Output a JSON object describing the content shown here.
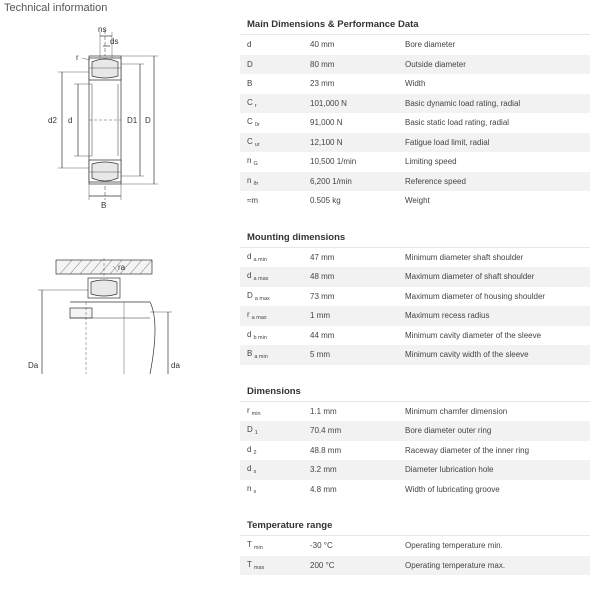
{
  "page_title": "Technical information",
  "drawing_labels": {
    "ns": "ns",
    "ds": "ds",
    "r": "r",
    "d2": "d2",
    "d": "d",
    "D1": "D1",
    "D": "D",
    "B": "B",
    "ra": "ra",
    "Da": "Da",
    "da": "da"
  },
  "sections": [
    {
      "title": "Main Dimensions & Performance Data",
      "rows": [
        {
          "sym": "d",
          "sub": "",
          "val": "40  mm",
          "desc": "Bore diameter"
        },
        {
          "sym": "D",
          "sub": "",
          "val": "80  mm",
          "desc": "Outside diameter"
        },
        {
          "sym": "B",
          "sub": "",
          "val": "23  mm",
          "desc": "Width"
        },
        {
          "sym": "C",
          "sub": "r",
          "val": "101,000  N",
          "desc": "Basic dynamic load rating, radial"
        },
        {
          "sym": "C",
          "sub": "0r",
          "val": "91,000  N",
          "desc": "Basic static load rating, radial"
        },
        {
          "sym": "C",
          "sub": "ur",
          "val": "12,100  N",
          "desc": "Fatigue load limit, radial"
        },
        {
          "sym": "n",
          "sub": "G",
          "val": "10,500  1/min",
          "desc": "Limiting speed"
        },
        {
          "sym": "n",
          "sub": "ϑr",
          "val": "6,200  1/min",
          "desc": "Reference speed"
        },
        {
          "sym": "≈m",
          "sub": "",
          "val": "0.505  kg",
          "desc": "Weight"
        }
      ]
    },
    {
      "title": "Mounting dimensions",
      "rows": [
        {
          "sym": "d",
          "sub": "a min",
          "val": "47  mm",
          "desc": "Minimum diameter shaft shoulder"
        },
        {
          "sym": "d",
          "sub": "a max",
          "val": "48  mm",
          "desc": "Maximum diameter of shaft shoulder"
        },
        {
          "sym": "D",
          "sub": "a max",
          "val": "73  mm",
          "desc": "Maximum diameter of housing shoulder"
        },
        {
          "sym": "r",
          "sub": "a max",
          "val": "1  mm",
          "desc": "Maximum recess radius"
        },
        {
          "sym": "d",
          "sub": "b min",
          "val": "44  mm",
          "desc": "Minimum cavity diameter of the sleeve"
        },
        {
          "sym": "B",
          "sub": "a min",
          "val": "5  mm",
          "desc": "Minimum cavity width of the sleeve"
        }
      ]
    },
    {
      "title": "Dimensions",
      "rows": [
        {
          "sym": "r",
          "sub": "min",
          "val": "1.1  mm",
          "desc": "Minimum chamfer dimension"
        },
        {
          "sym": "D",
          "sub": "1",
          "val": "70.4  mm",
          "desc": "Bore diameter outer ring"
        },
        {
          "sym": "d",
          "sub": "2",
          "val": "48.8  mm",
          "desc": "Raceway diameter of the inner ring"
        },
        {
          "sym": "d",
          "sub": "s",
          "val": "3.2  mm",
          "desc": "Diameter lubrication hole"
        },
        {
          "sym": "n",
          "sub": "s",
          "val": "4.8  mm",
          "desc": "Width of lubricating groove"
        }
      ]
    },
    {
      "title": "Temperature range",
      "rows": [
        {
          "sym": "T",
          "sub": "min",
          "val": "-30  °C",
          "desc": "Operating temperature min."
        },
        {
          "sym": "T",
          "sub": "max",
          "val": "200  °C",
          "desc": "Operating temperature max."
        }
      ]
    }
  ]
}
